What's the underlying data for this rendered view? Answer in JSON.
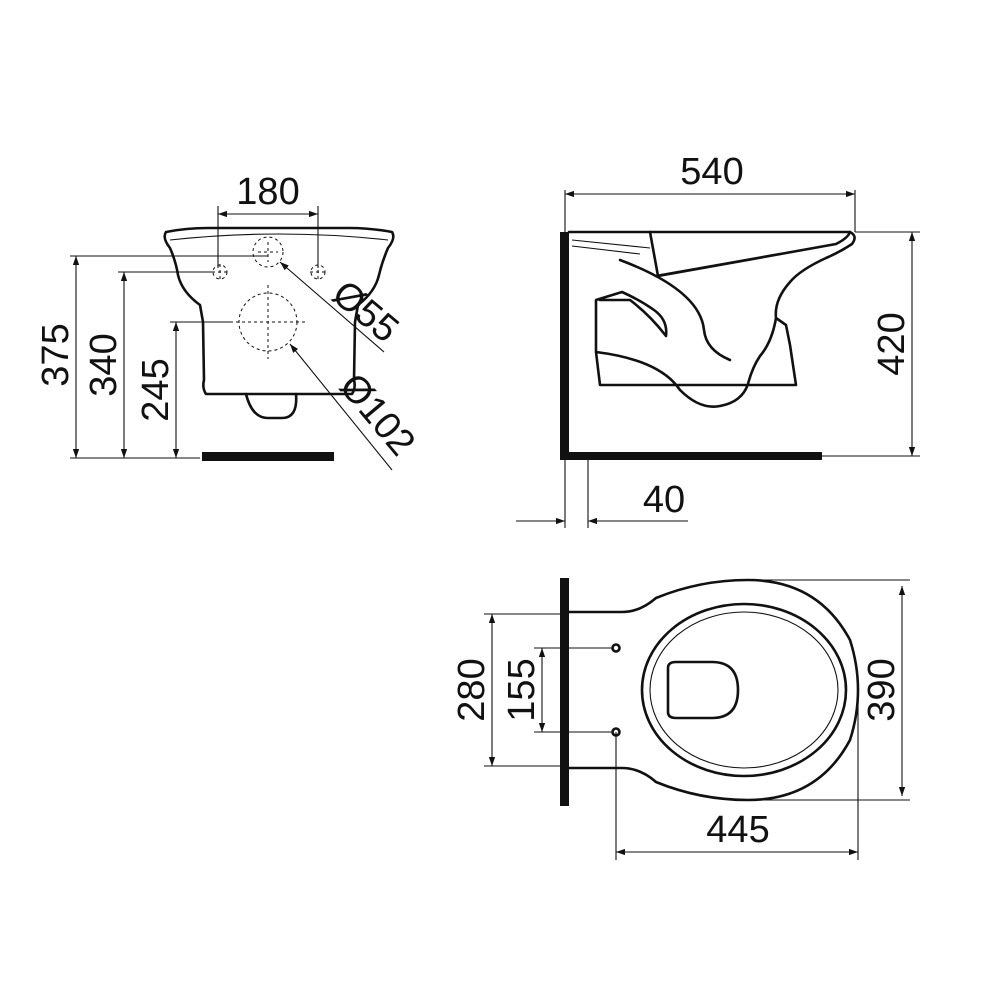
{
  "views": {
    "front": {
      "dim_width_holes": "180",
      "dim_height_total": "375",
      "dim_height_holes": "340",
      "dim_height_outlet": "245",
      "dim_hole_small": "Ø55",
      "dim_hole_large": "Ø102"
    },
    "side": {
      "dim_depth": "540",
      "dim_height": "420",
      "dim_wall_offset": "40"
    },
    "top": {
      "dim_width_outer": "280",
      "dim_width_holes": "155",
      "dim_length": "445",
      "dim_width_total": "390"
    }
  },
  "colors": {
    "line": "#111111",
    "background": "#ffffff"
  }
}
